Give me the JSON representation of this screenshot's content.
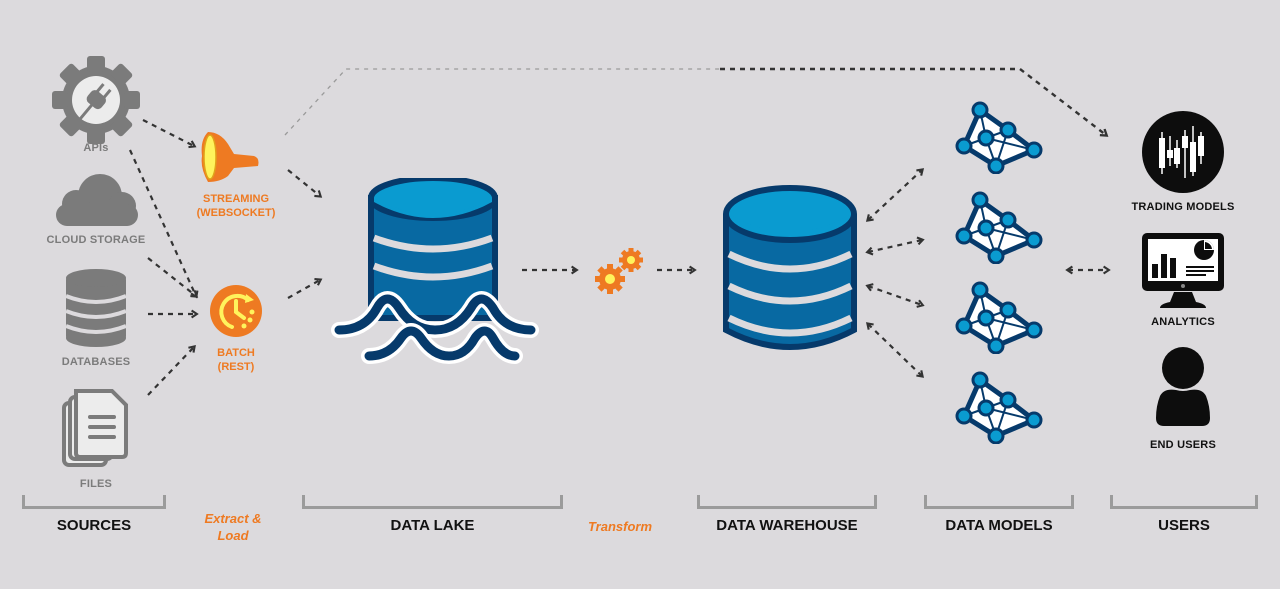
{
  "title": "Data pipeline architecture",
  "colors": {
    "background": "#dcdadd",
    "source_gray": "#7b7b7b",
    "accent_orange": "#ee7a22",
    "accent_yellow": "#fff35c",
    "db_blue_light": "#0a9bd0",
    "db_blue": "#0869a2",
    "db_blue_dark": "#063a6b",
    "user_black": "#0d0d0d"
  },
  "sources": [
    {
      "label": "APIs",
      "icon": "gear-plug-icon"
    },
    {
      "label": "CLOUD STORAGE",
      "icon": "cloud-icon"
    },
    {
      "label": "DATABASES",
      "icon": "database-icon"
    },
    {
      "label": "FILES",
      "icon": "files-icon"
    }
  ],
  "ingestion": [
    {
      "label_line1": "STREAMING",
      "label_line2": "(WEBSOCKET)",
      "icon": "funnel-icon"
    },
    {
      "label_line1": "BATCH",
      "label_line2": "(REST)",
      "icon": "clock-icon"
    }
  ],
  "data_lake": {
    "icon": "data-lake-icon"
  },
  "transform": {
    "icon": "gears-icon"
  },
  "data_warehouse": {
    "icon": "warehouse-database-icon"
  },
  "data_models": [
    {
      "icon": "network-model-icon"
    },
    {
      "icon": "network-model-icon"
    },
    {
      "icon": "network-model-icon"
    },
    {
      "icon": "network-model-icon"
    }
  ],
  "users": [
    {
      "label": "TRADING MODELS",
      "icon": "candlestick-chart-icon"
    },
    {
      "label": "ANALYTICS",
      "icon": "monitor-analytics-icon"
    },
    {
      "label": "END USERS",
      "icon": "person-icon"
    }
  ],
  "sections": {
    "sources": "SOURCES",
    "data_lake": "DATA LAKE",
    "data_warehouse": "DATA WAREHOUSE",
    "data_models": "DATA MODELS",
    "users": "USERS"
  },
  "steps": {
    "extract_line1": "Extract &",
    "extract_line2": "Load",
    "transform": "Transform"
  }
}
